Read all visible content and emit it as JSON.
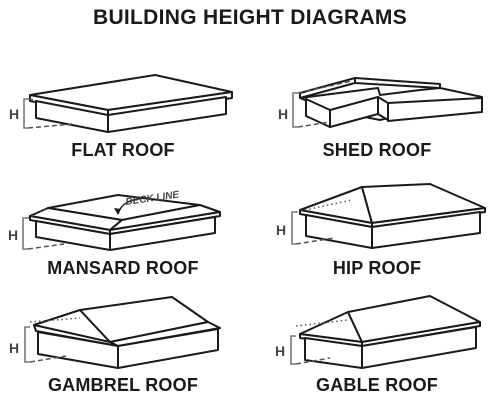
{
  "title": "BUILDING HEIGHT DIAGRAMS",
  "height_marker": "H",
  "deck_line_label": "DECK LINE",
  "roofs": [
    {
      "label": "FLAT ROOF"
    },
    {
      "label": "SHED ROOF"
    },
    {
      "label": "MANSARD ROOF"
    },
    {
      "label": "HIP ROOF"
    },
    {
      "label": "GAMBREL ROOF"
    },
    {
      "label": "GABLE ROOF"
    }
  ]
}
